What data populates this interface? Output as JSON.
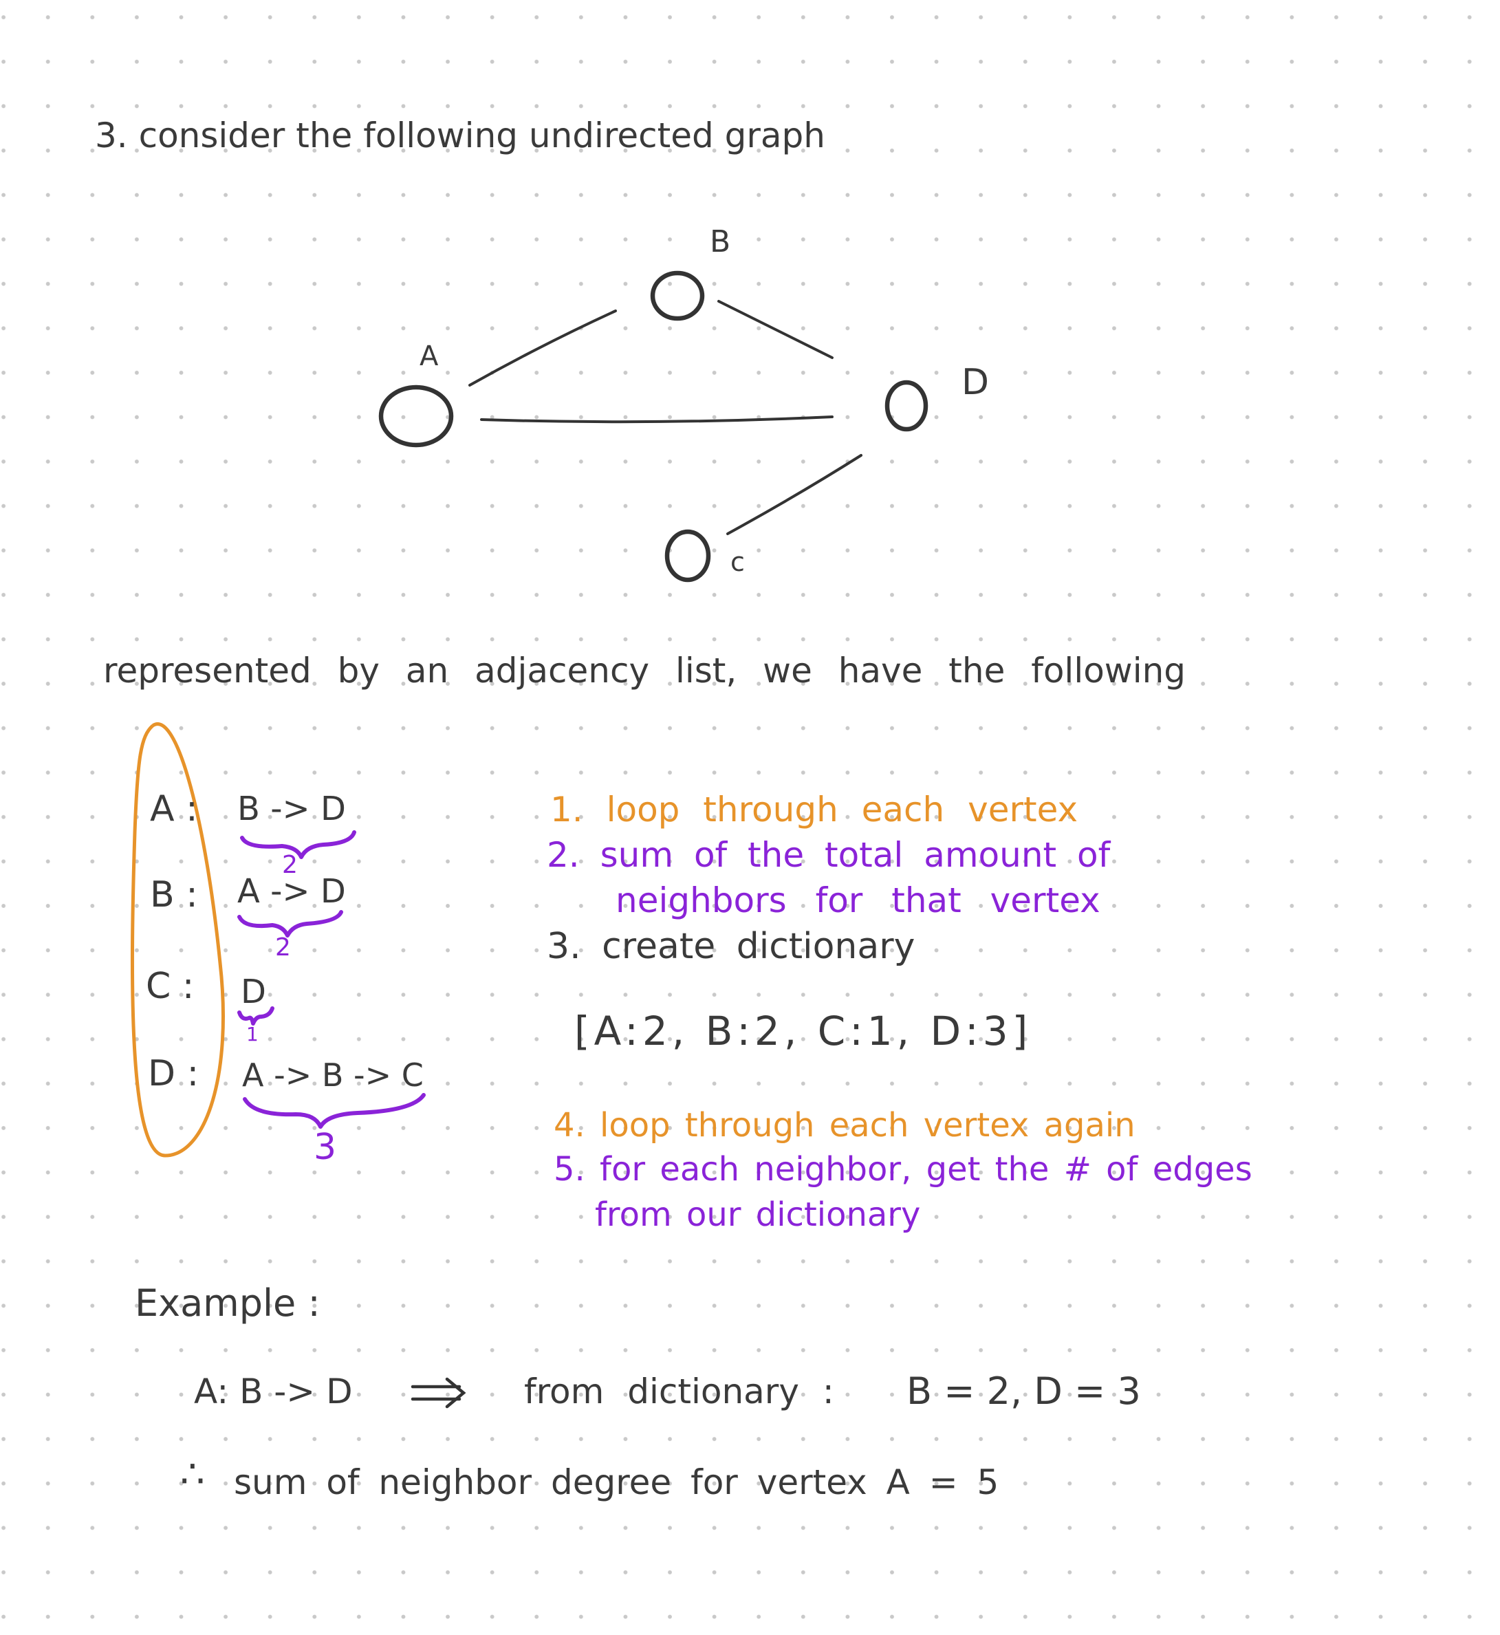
{
  "title": "3. consider the following undirected graph",
  "graph": {
    "nodes": [
      {
        "id": "A",
        "label": "A"
      },
      {
        "id": "B",
        "label": "B"
      },
      {
        "id": "C",
        "label": "c"
      },
      {
        "id": "D",
        "label": "D"
      }
    ],
    "edges": [
      [
        "A",
        "B"
      ],
      [
        "A",
        "D"
      ],
      [
        "B",
        "D"
      ],
      [
        "C",
        "D"
      ]
    ]
  },
  "intro": "represented by an adjacency list, we have the following",
  "adjacency": [
    {
      "vertex": "A :",
      "list": "B -> D",
      "count": "2"
    },
    {
      "vertex": "B :",
      "list": "A -> D",
      "count": "2"
    },
    {
      "vertex": "C :",
      "list": "D",
      "count": "1"
    },
    {
      "vertex": "D :",
      "list": "A -> B -> C",
      "count": "3"
    }
  ],
  "steps": [
    {
      "text": "1. loop through each vertex",
      "color": "#e7932a"
    },
    {
      "text": "2. sum of the total amount of",
      "color": "#8a23d8"
    },
    {
      "text": "neighbors for that vertex",
      "color": "#8a23d8"
    },
    {
      "text": "3. create dictionary",
      "color": "#3a3a3a"
    }
  ],
  "dictionary": "[A:2, B:2, C:1, D:3]",
  "steps2": [
    {
      "text": "4. loop through each vertex again",
      "color": "#e7932a"
    },
    {
      "text": "5. for each neighbor, get the # of edges",
      "color": "#8a23d8"
    },
    {
      "text": "from our dictionary",
      "color": "#8a23d8"
    }
  ],
  "example": {
    "label": "Example :",
    "line1_left": "A: B -> D",
    "arrow": "=>",
    "line1_mid": "from dictionary :",
    "line1_right": "B = 2, D = 3",
    "therefore": "∴",
    "line2": "sum of neighbor degree for vertex A = 5"
  }
}
